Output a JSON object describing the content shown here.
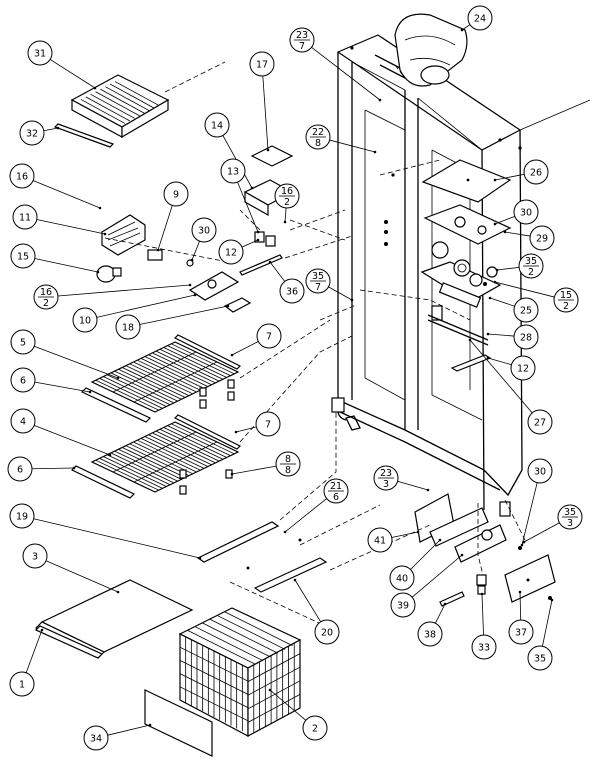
{
  "callouts": [
    {
      "id": "c31",
      "label": "31"
    },
    {
      "id": "c32",
      "label": "32"
    },
    {
      "id": "c17",
      "label": "17"
    },
    {
      "id": "c14",
      "label": "14"
    },
    {
      "id": "c22",
      "num": "22",
      "den": "8"
    },
    {
      "id": "c23a",
      "num": "23",
      "den": "7"
    },
    {
      "id": "c24",
      "label": "24"
    },
    {
      "id": "c16",
      "label": "16"
    },
    {
      "id": "c11",
      "label": "11"
    },
    {
      "id": "c9",
      "label": "9"
    },
    {
      "id": "c13",
      "label": "13"
    },
    {
      "id": "c16b",
      "num": "16",
      "den": "2"
    },
    {
      "id": "c12a",
      "label": "12"
    },
    {
      "id": "c30a",
      "label": "30"
    },
    {
      "id": "c15",
      "label": "15"
    },
    {
      "id": "c16c",
      "num": "16",
      "den": "2"
    },
    {
      "id": "c10",
      "label": "10"
    },
    {
      "id": "c18",
      "label": "18"
    },
    {
      "id": "c36",
      "label": "36"
    },
    {
      "id": "c35a",
      "num": "35",
      "den": "7"
    },
    {
      "id": "c26",
      "label": "26"
    },
    {
      "id": "c30b",
      "label": "30"
    },
    {
      "id": "c29",
      "label": "29"
    },
    {
      "id": "c35b",
      "num": "35",
      "den": "2"
    },
    {
      "id": "c15b",
      "num": "15",
      "den": "2"
    },
    {
      "id": "c25",
      "label": "25"
    },
    {
      "id": "c28",
      "label": "28"
    },
    {
      "id": "c12b",
      "label": "12"
    },
    {
      "id": "c27",
      "label": "27"
    },
    {
      "id": "c5",
      "label": "5"
    },
    {
      "id": "c7a",
      "label": "7"
    },
    {
      "id": "c6a",
      "label": "6"
    },
    {
      "id": "c4",
      "label": "4"
    },
    {
      "id": "c7b",
      "label": "7"
    },
    {
      "id": "c8",
      "num": "8",
      "den": "8"
    },
    {
      "id": "c6b",
      "label": "6"
    },
    {
      "id": "c21",
      "num": "21",
      "den": "6"
    },
    {
      "id": "c23b",
      "num": "23",
      "den": "3"
    },
    {
      "id": "c30c",
      "label": "30"
    },
    {
      "id": "c35c",
      "num": "35",
      "den": "3"
    },
    {
      "id": "c19",
      "label": "19"
    },
    {
      "id": "c41",
      "label": "41"
    },
    {
      "id": "c40",
      "label": "40"
    },
    {
      "id": "c39",
      "label": "39"
    },
    {
      "id": "c3",
      "label": "3"
    },
    {
      "id": "c20",
      "label": "20"
    },
    {
      "id": "c38",
      "label": "38"
    },
    {
      "id": "c33",
      "label": "33"
    },
    {
      "id": "c37",
      "label": "37"
    },
    {
      "id": "c35d",
      "label": "35"
    },
    {
      "id": "c1",
      "label": "1"
    },
    {
      "id": "c2",
      "label": "2"
    },
    {
      "id": "c34",
      "label": "34"
    }
  ]
}
